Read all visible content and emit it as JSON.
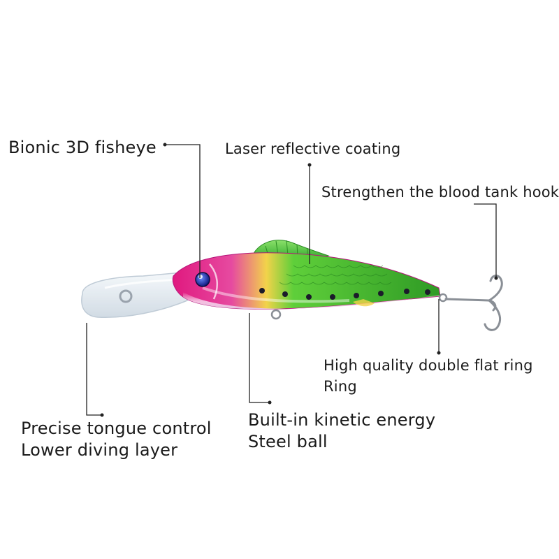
{
  "callouts": [
    {
      "id": "fisheye",
      "lines": [
        "Bionic 3D fisheye"
      ]
    },
    {
      "id": "coating",
      "lines": [
        "Laser reflective coating"
      ]
    },
    {
      "id": "hook",
      "lines": [
        "Strengthen the blood tank hook"
      ]
    },
    {
      "id": "ring",
      "lines": [
        "High quality double flat ring",
        "Ring"
      ]
    },
    {
      "id": "steel-ball",
      "lines": [
        "Built-in kinetic energy",
        "Steel ball"
      ]
    },
    {
      "id": "tongue",
      "lines": [
        "Precise tongue control",
        "Lower diving layer"
      ]
    }
  ],
  "colors": {
    "text": "#1a1a1a",
    "leader_line": "#222222",
    "head_pink": "#e0197f",
    "back_green": "#3fbf2a",
    "belly": "#f4e8f2",
    "eye": "#1a2fb0",
    "dots": "#1b1b2a",
    "bill": "#dde6ee",
    "hook_metal": "#8a8f96"
  }
}
